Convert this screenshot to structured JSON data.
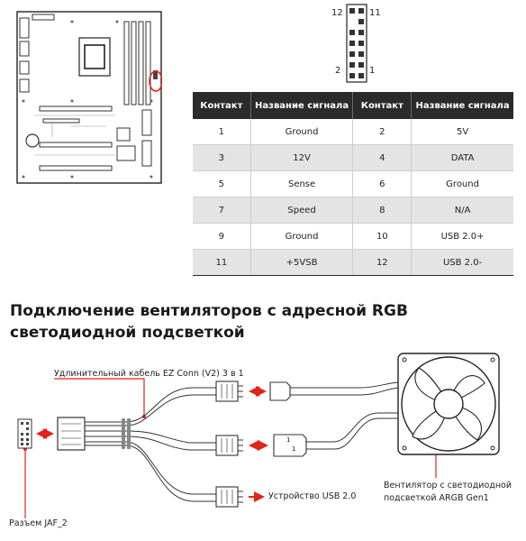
{
  "pinout": {
    "pin_labels": {
      "top_left": "12",
      "top_right": "11",
      "bottom_left": "2",
      "bottom_right": "1"
    },
    "headers": [
      "Контакт",
      "Название сигнала",
      "Контакт",
      "Название сигнала"
    ],
    "rows": [
      [
        "1",
        "Ground",
        "2",
        "5V"
      ],
      [
        "3",
        "12V",
        "4",
        "DATA"
      ],
      [
        "5",
        "Sense",
        "6",
        "Ground"
      ],
      [
        "7",
        "Speed",
        "8",
        "N/A"
      ],
      [
        "9",
        "Ground",
        "10",
        "USB 2.0+"
      ],
      [
        "11",
        "+5VSB",
        "12",
        "USB 2.0-"
      ]
    ]
  },
  "section": {
    "title": "Подключение вентиляторов с адресной RGB светодиодной подсветкой"
  },
  "diagram": {
    "cable_label": "Удлинительный кабель EZ Conn (V2) 3 в 1",
    "usb_device_label": "Устройство USB 2.0",
    "fan_label_line1": "Вентилятор с светодиодной",
    "fan_label_line2": "подсветкой ARGB Gen1",
    "header_label": "Разъем JAF_2",
    "connector_marks": [
      "1",
      "1"
    ]
  },
  "colors": {
    "highlight": "#e2231a",
    "table_header": "#2b2b2b",
    "row_alt": "#e4e4e4"
  }
}
